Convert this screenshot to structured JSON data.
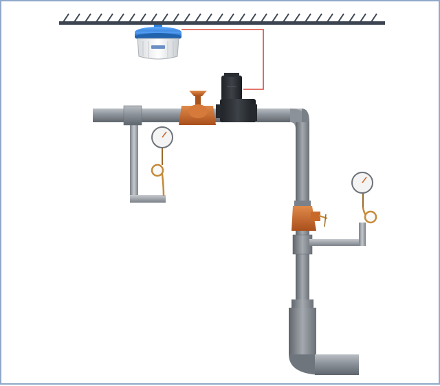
{
  "diagram": {
    "components": [
      {
        "name": "ceiling",
        "kind": "mounting-surface"
      },
      {
        "name": "detector",
        "kind": "ceiling-mounted-detector"
      },
      {
        "name": "signal-wire",
        "kind": "electrical-connection"
      },
      {
        "name": "manual-valve",
        "kind": "valve"
      },
      {
        "name": "solenoid-valve",
        "kind": "valve"
      },
      {
        "name": "upper-pressure-gauge",
        "kind": "gauge"
      },
      {
        "name": "lower-pressure-gauge",
        "kind": "gauge"
      },
      {
        "name": "regulator",
        "kind": "pressure-regulator"
      },
      {
        "name": "main-pipe",
        "kind": "pipe"
      }
    ]
  },
  "colors": {
    "frame": "#8fa9c9",
    "pipe": "#8c9299",
    "pipe_dark": "#5f656c",
    "valve": "#c8692a",
    "wire": "#d8483a",
    "ceiling": "#3b4450",
    "detector_cap": "#2f7fd6"
  }
}
